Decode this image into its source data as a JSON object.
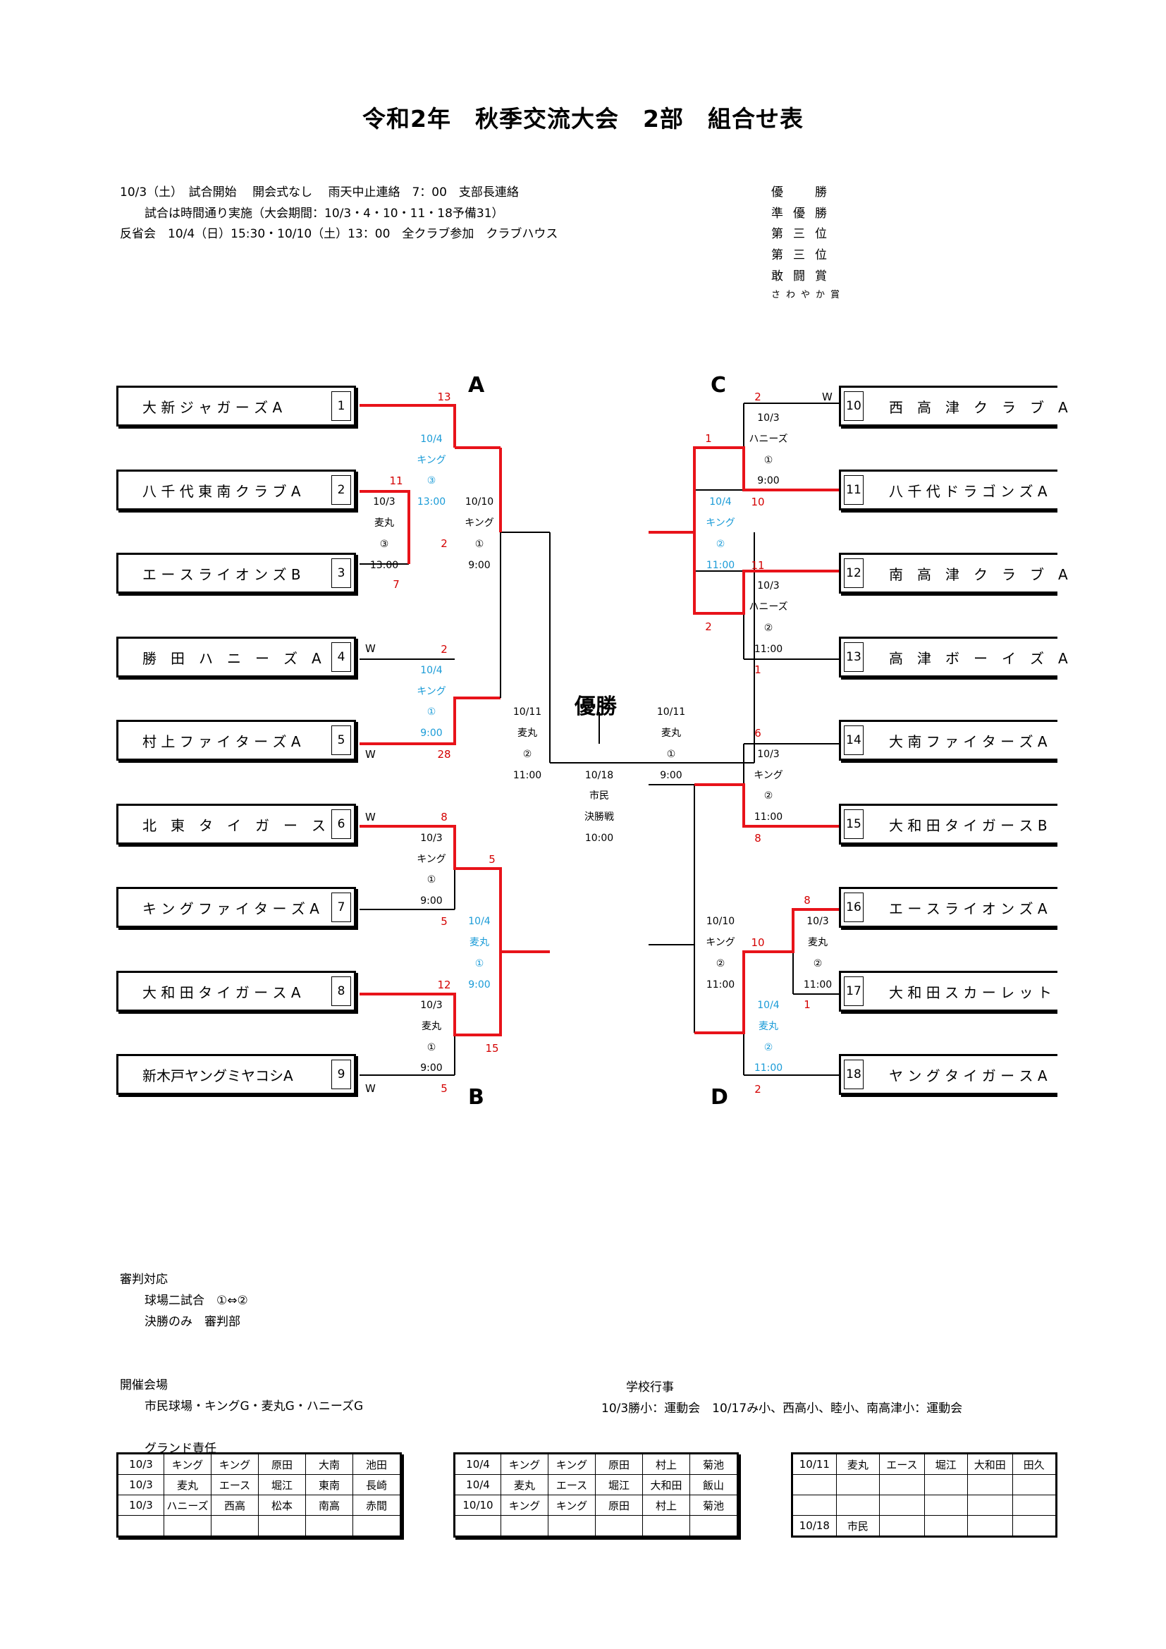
{
  "title": "令和2年　秋季交流大会　2部　組合せ表",
  "info": {
    "line1": "10/3（土）　試合開始　 開会式なし　 雨天中止連絡　7：00　支部長連絡",
    "line2": "試合は時間通り実施（大会期間：10/3・4・10・11・18予備31）",
    "line3": "反省会　10/4（日）15:30・10/10（土）13：00　全クラブ参加　クラブハウス"
  },
  "awards": [
    "優　勝",
    "準優勝",
    "第三位",
    "第三位",
    "敢闘賞",
    "さわやか賞"
  ],
  "blocks": {
    "a": "A",
    "b": "B",
    "c": "C",
    "d": "D"
  },
  "final_label": "優勝",
  "teams_left": [
    {
      "num": "1",
      "name": "大 新 ジ ャ ガ ー ズ A"
    },
    {
      "num": "2",
      "name": "八 千 代 東 南 ク ラ ブ A"
    },
    {
      "num": "3",
      "name": "エ ー ス ラ イ オ ン ズ B"
    },
    {
      "num": "4",
      "name": "勝　田　ハ　ニ　ー　ズ　A"
    },
    {
      "num": "5",
      "name": "村 上 フ ァ イ タ ー ズ A"
    },
    {
      "num": "6",
      "name": "北　東　タ　イ　ガ　ー　ス　A"
    },
    {
      "num": "7",
      "name": "キ ン グ フ ァ イ タ ー ズ A"
    },
    {
      "num": "8",
      "name": "大 和 田 タ イ ガ ー ス A"
    },
    {
      "num": "9",
      "name": "新木戸ヤングミヤコシA"
    }
  ],
  "teams_right": [
    {
      "num": "10",
      "name": "西　高　津　ク　ラ　ブ　A"
    },
    {
      "num": "11",
      "name": "八 千 代 ド ラ ゴ ン ズ A"
    },
    {
      "num": "12",
      "name": "南　高　津　ク　ラ　ブ　A"
    },
    {
      "num": "13",
      "name": "高　津　ボ　ー　イ　ズ　A"
    },
    {
      "num": "14",
      "name": "大 南 フ ァ イ タ ー ズ A"
    },
    {
      "num": "15",
      "name": "大 和 田 タ イ ガ ー ス B"
    },
    {
      "num": "16",
      "name": "エ ー ス ラ イ オ ン ズ A"
    },
    {
      "num": "17",
      "name": "大 和 田 ス カ ー レ ッ ト"
    },
    {
      "num": "18",
      "name": "ヤ ン グ タ イ ガ ー ス A"
    }
  ],
  "scores": {
    "s1": "13",
    "s2": "11",
    "s3": "7",
    "s4": "2",
    "s5": "2",
    "s6": "28",
    "s7": "8",
    "s8": "5",
    "s9": "5",
    "s10": "12",
    "s11": "15",
    "s12": "5",
    "s13": "2",
    "s14": "1",
    "s15": "10",
    "s16": "11",
    "s17": "2",
    "s18": "1",
    "s19": "6",
    "s20": "8",
    "s21": "8",
    "s22": "10",
    "s23": "1",
    "s24": "2"
  },
  "w": "W",
  "games": {
    "g23": [
      "10/3",
      "麦丸",
      "③",
      "13:00"
    ],
    "g1v": [
      "10/4",
      "キング",
      "③",
      "13:00"
    ],
    "g45": [
      "10/4",
      "キング",
      "①",
      "9:00"
    ],
    "gA": [
      "10/10",
      "キング",
      "①",
      "9:00"
    ],
    "g67": [
      "10/3",
      "キング",
      "①",
      "9:00"
    ],
    "g89": [
      "10/3",
      "麦丸",
      "①",
      "9:00"
    ],
    "gB": [
      "10/4",
      "麦丸",
      "①",
      "9:00"
    ],
    "gL": [
      "10/11",
      "麦丸",
      "②",
      "11:00"
    ],
    "gF": [
      "10/18",
      "市民",
      "決勝戦",
      "10:00"
    ],
    "gR": [
      "10/11",
      "麦丸",
      "①",
      "9:00"
    ],
    "g1011": [
      "10/3",
      "ハニーズ",
      "①",
      "9:00"
    ],
    "gC": [
      "10/4",
      "キング",
      "②",
      "11:00"
    ],
    "g1213": [
      "10/3",
      "ハニーズ",
      "②",
      "11:00"
    ],
    "g1415": [
      "10/3",
      "キング",
      "②",
      "11:00"
    ],
    "gD": [
      "10/10",
      "キング",
      "②",
      "11:00"
    ],
    "g1617": [
      "10/3",
      "麦丸",
      "②",
      "11:00"
    ],
    "gDv": [
      "10/4",
      "麦丸",
      "②",
      "11:00"
    ]
  },
  "referee": {
    "title": "審判対応",
    "line1": "球場二試合　①⇔②",
    "line2": "決勝のみ　審判部"
  },
  "venue": {
    "title": "開催会場",
    "line1": "市民球場・キングG・麦丸G・ハニーズG"
  },
  "school": {
    "title": "学校行事",
    "line1": "10/3勝小：運動会　10/17み小、西高小、睦小、南高津小：運動会"
  },
  "ground_title": "グランド責任",
  "ground_tables": [
    [
      [
        "10/3",
        "キング",
        "キング",
        "原田",
        "大南",
        "池田"
      ],
      [
        "10/3",
        "麦丸",
        "エース",
        "堀江",
        "東南",
        "長崎"
      ],
      [
        "10/3",
        "ハニーズ",
        "西高",
        "松本",
        "南高",
        "赤間"
      ],
      [
        "",
        "",
        "",
        "",
        "",
        ""
      ]
    ],
    [
      [
        "10/4",
        "キング",
        "キング",
        "原田",
        "村上",
        "菊池"
      ],
      [
        "10/4",
        "麦丸",
        "エース",
        "堀江",
        "大和田",
        "飯山"
      ],
      [
        "10/10",
        "キング",
        "キング",
        "原田",
        "村上",
        "菊池"
      ],
      [
        "",
        "",
        "",
        "",
        "",
        ""
      ]
    ],
    [
      [
        "10/11",
        "麦丸",
        "エース",
        "堀江",
        "大和田",
        "田久"
      ],
      [
        "",
        "",
        "",
        "",
        "",
        ""
      ],
      [
        "",
        "",
        "",
        "",
        "",
        ""
      ],
      [
        "10/18",
        "市民",
        "",
        "",
        "",
        ""
      ]
    ]
  ]
}
